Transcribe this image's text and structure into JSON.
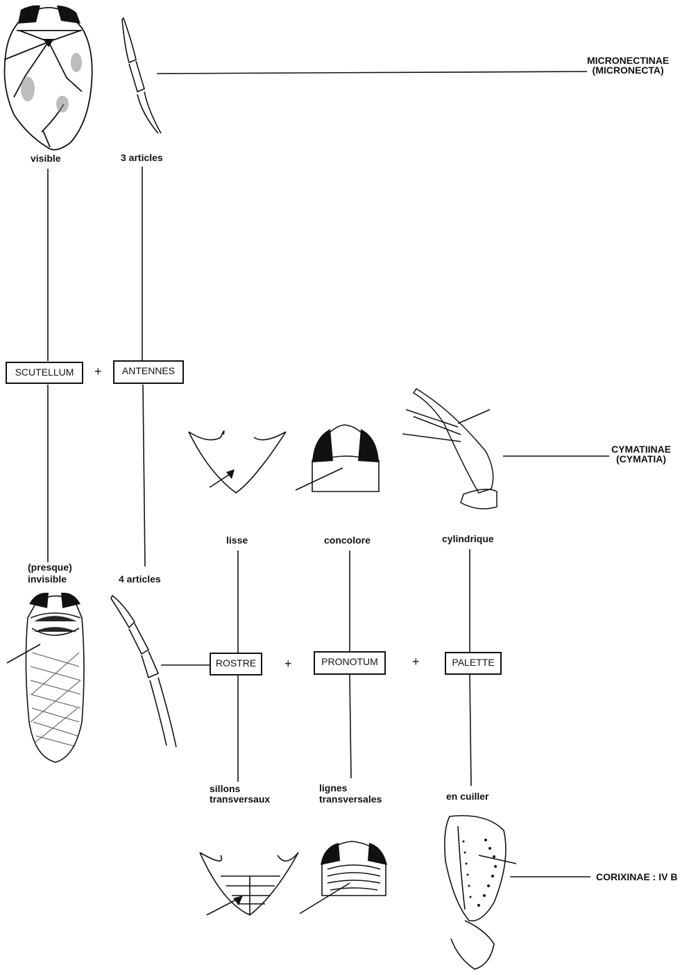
{
  "boxes": {
    "scutellum": "SCUTELLUM",
    "antennes": "ANTENNES",
    "rostre": "ROSTRE",
    "pronotum": "PRONOTUM",
    "palette": "PALETTE"
  },
  "plus_sign": "+",
  "labels": {
    "visible": "visible",
    "three_articles": "3 articles",
    "presque": "(presque)",
    "invisible": "invisible",
    "four_articles": "4 articles",
    "lisse": "lisse",
    "concolore": "concolore",
    "cylindrique": "cylindrique",
    "sillons_1": "sillons",
    "sillons_2": "transversaux",
    "lignes_1": "lignes",
    "lignes_2": "transversales",
    "en_cuiller": "en cuiller"
  },
  "results": {
    "micronectinae_1": "MICRONECTINAE",
    "micronectinae_2": "(MICRONECTA)",
    "cymatiinae_1": "CYMATIINAE",
    "cymatiinae_2": "(CYMATIA)",
    "corixinae": "CORIXINAE : IV B"
  },
  "colors": {
    "ink": "#111111",
    "paper": "#ffffff"
  }
}
